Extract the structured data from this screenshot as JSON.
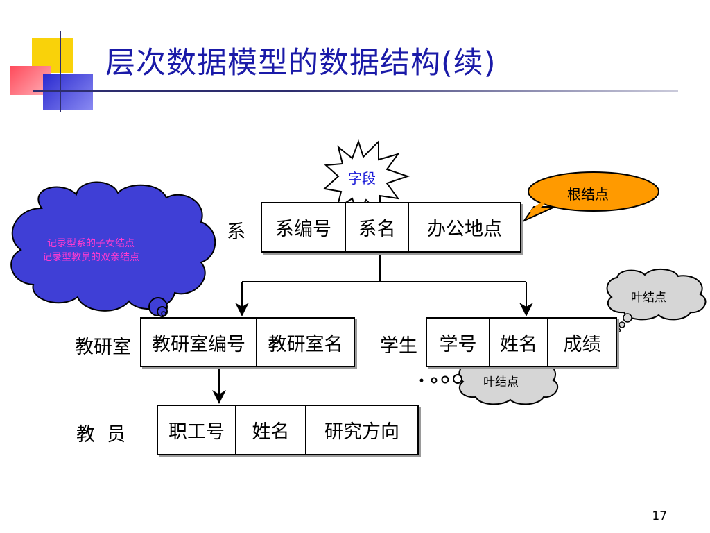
{
  "title": "层次数据模型的数据结构(续)",
  "page_number": "17",
  "records": {
    "department": {
      "label": "系",
      "fields": [
        "系编号",
        "系名",
        "办公地点"
      ]
    },
    "teaching_office": {
      "label": "教研室",
      "fields": [
        "教研室编号",
        "教研室名"
      ]
    },
    "student": {
      "label": "学生",
      "fields": [
        "学号",
        "姓名",
        "成绩"
      ]
    },
    "teacher": {
      "label": "教  员",
      "fields": [
        "职工号",
        "姓名",
        "研究方向"
      ]
    }
  },
  "callouts": {
    "field": "字段",
    "root_node": "根结点",
    "leaf_node_1": "叶结点",
    "leaf_node_2": "叶结点",
    "cloud_line_1": "记录型系的子女结点",
    "cloud_line_2": "记录型教员的双亲结点"
  },
  "colors": {
    "title": "#1a1aa8",
    "cloud_fill": "#3f3fd6",
    "cloud_text": "#ff3bd1",
    "root_fill": "#ff9a00",
    "leaf_fill": "#d6d6d6",
    "field_text": "#1a1ad8"
  }
}
